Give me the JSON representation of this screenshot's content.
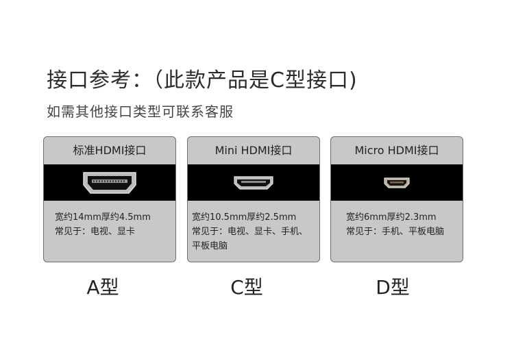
{
  "header": {
    "title": "接口参考：（此款产品是C型接口)",
    "subtitle": "如需其他接口类型可联系客服"
  },
  "cards": [
    {
      "name": "标准HDMI接口",
      "lines": [
        "宽约14mm厚约4.5mm",
        "常见于：电视、显卡"
      ],
      "type": "A型",
      "icon": "hdmi-standard-port-icon"
    },
    {
      "name": "Mini HDMI接口",
      "lines": [
        "宽约10.5mm厚约2.5mm",
        "常见于：电视、显卡、手机、",
        "平板电脑"
      ],
      "type": "C型",
      "icon": "hdmi-mini-port-icon"
    },
    {
      "name": "Micro HDMI接口",
      "lines": [
        "宽约6mm厚约2.3mm",
        "常见于：手机、平板电脑"
      ],
      "type": "D型",
      "icon": "hdmi-micro-port-icon"
    }
  ],
  "colors": {
    "card_bg": "#c8c8c8",
    "band_bg": "#000000",
    "port_metal": "#b9b9b9"
  }
}
